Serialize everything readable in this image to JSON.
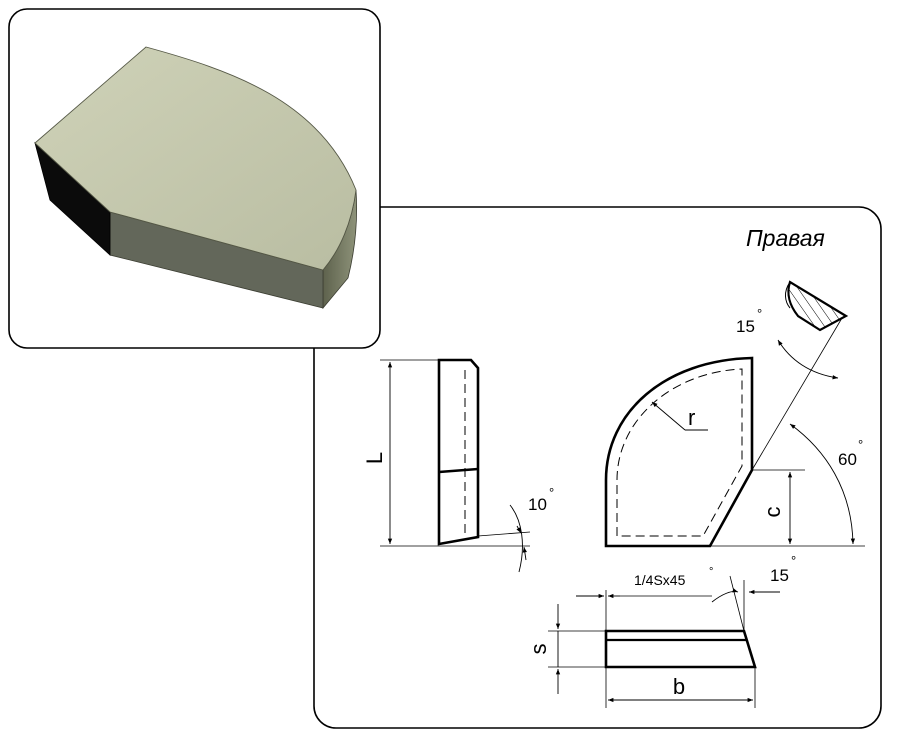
{
  "diagram": {
    "variant_label": "Правая",
    "labels": {
      "length": "L",
      "radius": "r",
      "offset": "c",
      "thickness": "s",
      "width": "b",
      "chamfer": "1/4Sx45",
      "chamfer_degree": "°",
      "angle_top": "15",
      "angle_right": "60",
      "angle_bottom": "15",
      "angle_side": "10",
      "degree": "°"
    },
    "colors": {
      "solid_top": "#c5c9ae",
      "solid_side": "#7d816a",
      "solid_front": "#5f634f",
      "solid_dark": "#0a0a0a",
      "line": "#000000"
    }
  }
}
